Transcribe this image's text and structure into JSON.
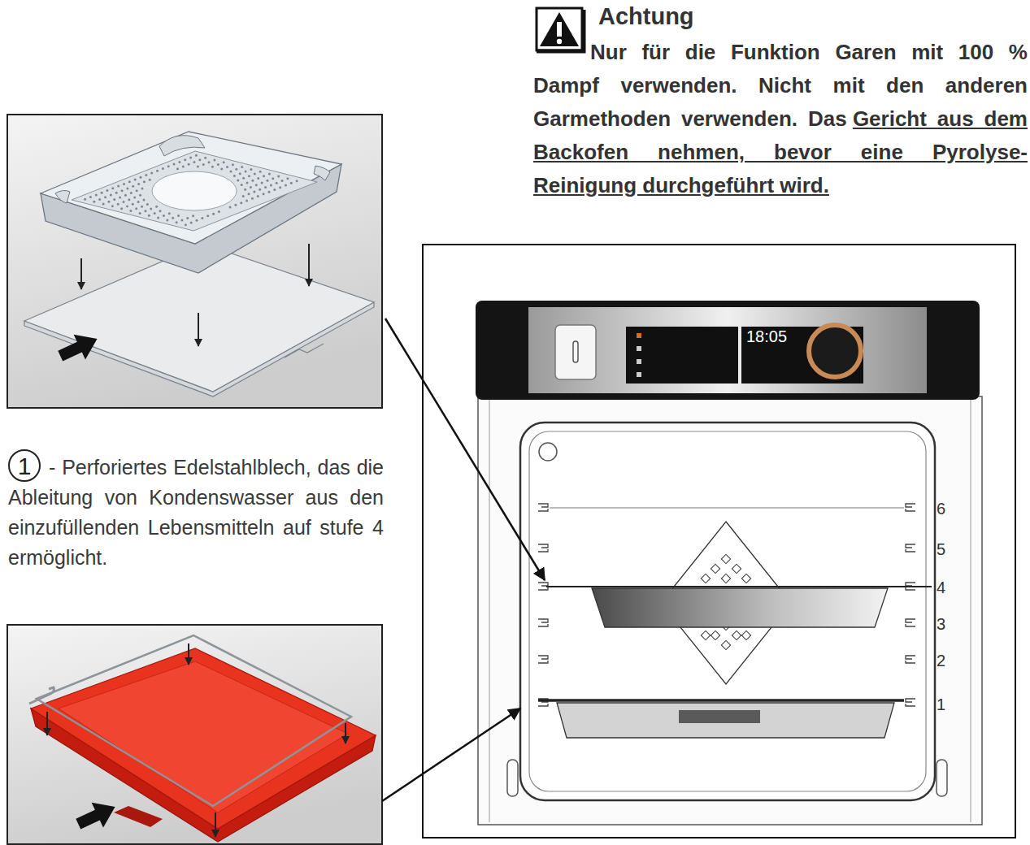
{
  "diagram": {
    "nodes": [
      {
        "text": [
          "1",
          "- Perforiertes Edelstahlblech, das die Ableitung von Kondenswasser aus den einzufüllenden Lebensmitteln auf stufe 4 ermöglicht."
        ]
      },
      {
        "text": [
          "18:05",
          "6",
          "5",
          "4",
          "3",
          "2",
          "1"
        ]
      }
    ],
    "labels": [
      "Achtung",
      "Nur für die Funktion Garen mit 100 % Dampf verwenden. Nicht mit den anderen Garmethoden verwenden. Das",
      "Gericht aus dem Backofen nehmen, bevor eine Pyrolyse-Reinigung durchgeführt wird."
    ]
  }
}
